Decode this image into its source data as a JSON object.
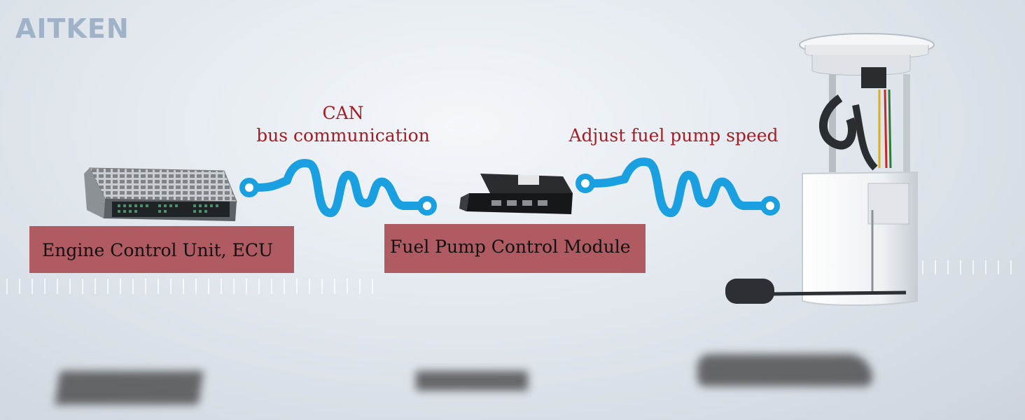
{
  "logo": {
    "text": "AITKEN"
  },
  "captions": {
    "can_line1": "CAN",
    "can_line2": "bus communication",
    "adjust": "Adjust fuel pump speed"
  },
  "labels": {
    "ecu": "Engine Control Unit, ECU",
    "fpcm": "Fuel Pump Control Module"
  },
  "colors": {
    "caption_text": "#a51c24",
    "label_fill": "#b05a62",
    "signal_wave": "#1aa0e0",
    "logo": "#9fb2c8"
  }
}
